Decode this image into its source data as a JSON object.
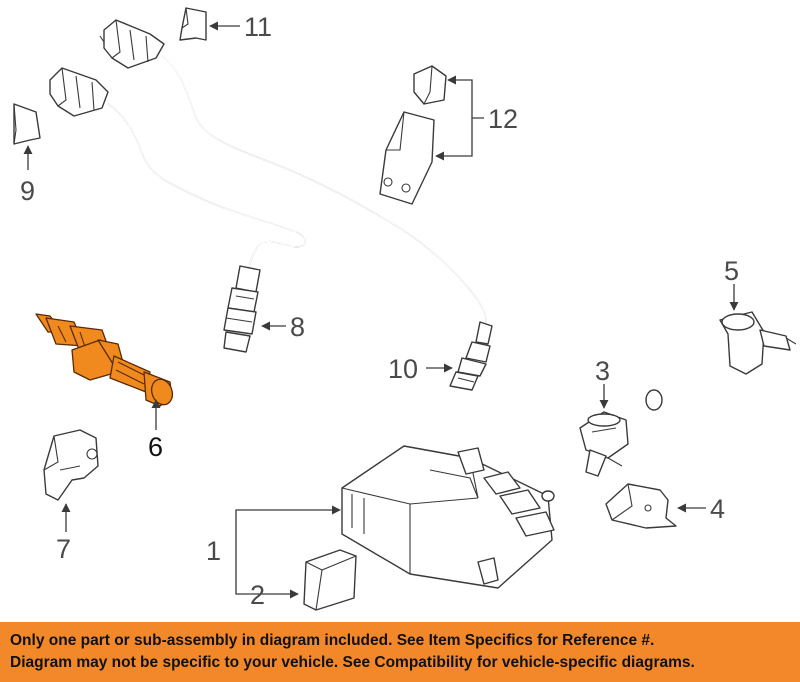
{
  "diagram": {
    "callouts": {
      "c1": "1",
      "c2": "2",
      "c3": "3",
      "c4": "4",
      "c5": "5",
      "c6": "6",
      "c7": "7",
      "c8": "8",
      "c9": "9",
      "c10": "10",
      "c11": "11",
      "c12": "12"
    },
    "highlight_color": "#f08a1e"
  },
  "banner": {
    "line1": "Only one part or sub-assembly in diagram included. See Item Specifics for Reference #.",
    "line2": "Diagram may not be specific to your vehicle. See Compatibility for vehicle-specific diagrams.",
    "background": "#f3882a"
  }
}
